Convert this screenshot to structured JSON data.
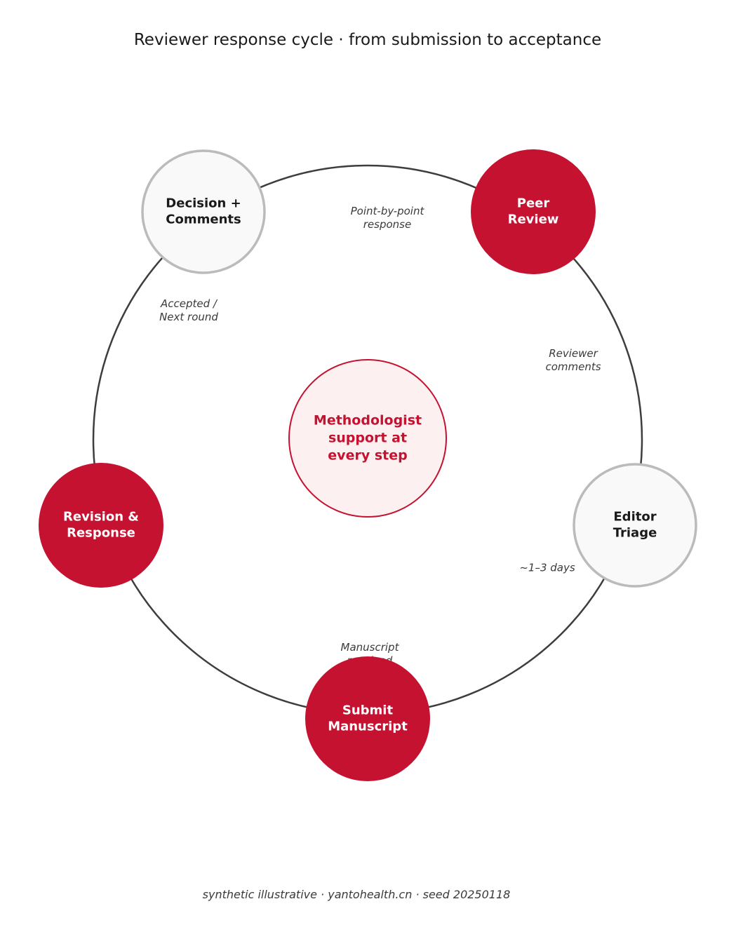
{
  "title": "Reviewer response cycle  ·  from submission to acceptance",
  "footer": "synthetic illustrative · yantohealth.cn · seed 20250118",
  "colors": {
    "accent": "#c41230",
    "neutral_fill": "#f9f9f9",
    "neutral_stroke": "#bbbbbb",
    "ring": "#3d3d3d",
    "center_fill": "#fdf0f0",
    "dark_text": "#1a1a1a",
    "light_text": "#ffffff"
  },
  "center": {
    "lines": [
      "Methodologist",
      "support at",
      "every step"
    ]
  },
  "nodes": [
    {
      "id": "submit",
      "lines": [
        "Submit",
        "Manuscript"
      ],
      "style": "accent"
    },
    {
      "id": "editor",
      "lines": [
        "Editor",
        "Triage"
      ],
      "style": "neutral"
    },
    {
      "id": "peer",
      "lines": [
        "Peer",
        "Review"
      ],
      "style": "accent"
    },
    {
      "id": "decision",
      "lines": [
        "Decision +",
        "Comments"
      ],
      "style": "neutral"
    },
    {
      "id": "revision",
      "lines": [
        "Revision &",
        "Response"
      ],
      "style": "accent"
    }
  ],
  "edges": [
    {
      "id": "manuscript-received",
      "lines": [
        "Manuscript",
        "received"
      ]
    },
    {
      "id": "triage-days",
      "lines": [
        "~1–3 days"
      ]
    },
    {
      "id": "reviewer-comments",
      "lines": [
        "Reviewer",
        "comments"
      ]
    },
    {
      "id": "point-by-point",
      "lines": [
        "Point-by-point",
        "response"
      ]
    },
    {
      "id": "accepted-next",
      "lines": [
        "Accepted /",
        "Next round"
      ]
    }
  ]
}
